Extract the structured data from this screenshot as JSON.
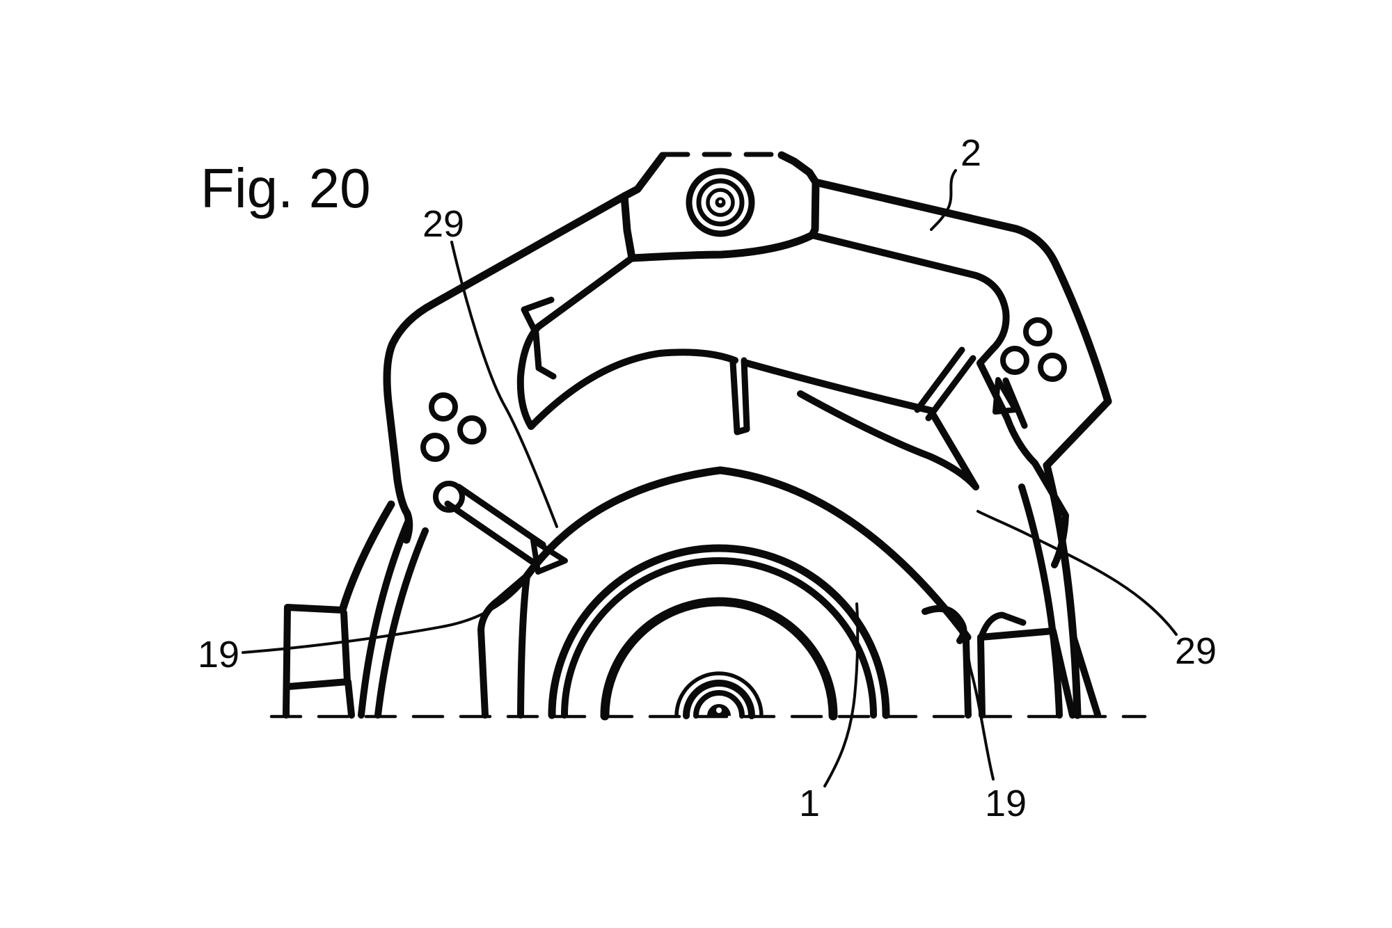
{
  "figure_label": "Fig. 20",
  "references": {
    "r2": "2",
    "r29_left": "29",
    "r29_right": "29",
    "r19_left": "19",
    "r19_bottom": "19",
    "r1": "1"
  },
  "colors": {
    "ink": "#0a0a0a",
    "background": "#ffffff"
  }
}
